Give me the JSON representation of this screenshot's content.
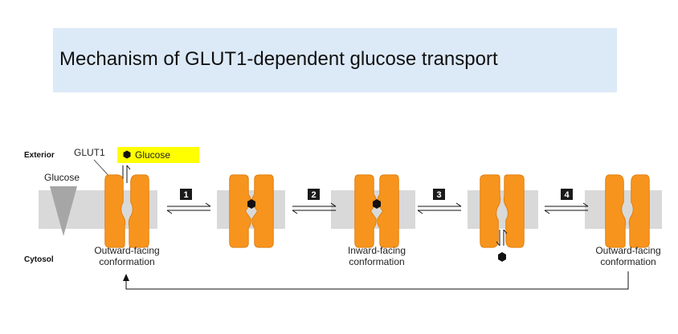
{
  "title": "Mechanism of GLUT1-dependent glucose transport",
  "labels": {
    "exterior": "Exterior",
    "cytosol": "Cytosol",
    "glut1": "GLUT1",
    "glucose_legend": "Glucose",
    "glucose_gradient": "Glucose"
  },
  "steps": [
    "1",
    "2",
    "3",
    "4"
  ],
  "conformations": [
    {
      "line1": "Outward-facing",
      "line2": "conformation"
    },
    {
      "line1": "Inward-facing",
      "line2": "conformation"
    },
    {
      "line1": "Outward-facing",
      "line2": "conformation"
    }
  ],
  "colors": {
    "title_bg": "#dce9f7",
    "membrane": "#d9d9d9",
    "transporter": "#f7941d",
    "transporter_outline": "#e07e0a",
    "highlight": "#ffff00",
    "step_badge": "#1a1a1a",
    "gradient_wedge": "#a6a6a6"
  }
}
